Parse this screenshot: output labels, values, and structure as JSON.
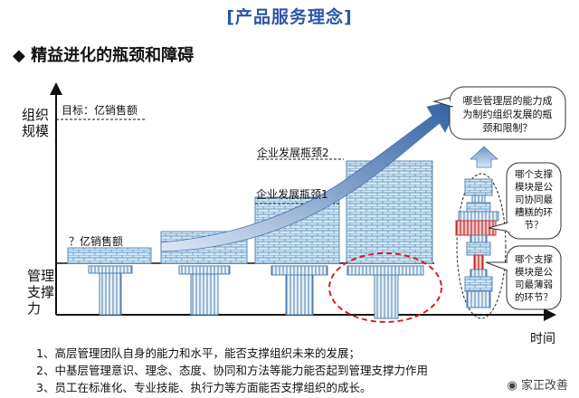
{
  "header": {
    "title": "[产品服务理念]",
    "subtitle": "◆ 精益进化的瓶颈和障碍"
  },
  "axes": {
    "y_label_top": [
      "组织",
      "规模"
    ],
    "y_label_bottom": [
      "管理",
      "支撑",
      "力"
    ],
    "x_label": "时间"
  },
  "labels": {
    "target": "目标：亿销售额",
    "start": "？亿销售额",
    "bottleneck1": "企业发展瓶颈1",
    "bottleneck2": "企业发展瓶颈2"
  },
  "callouts": {
    "top": [
      "哪些管理层的能力成",
      "为制约组织发展的瓶",
      "颈和限制？"
    ],
    "middle": [
      "哪个支撑",
      "模块是公",
      "司协同最",
      "糟糕的环",
      "节？"
    ],
    "bottom": [
      "哪个支撑",
      "模块是公",
      "司最薄弱",
      "的环节？"
    ]
  },
  "footnotes": [
    "1、高层管理团队自身的能力和水平，能否支撑组织未来的发展；",
    "2、中基层管理意识、理念、态度、协同和方法等能力能否起到管理支撑力作用",
    "3、员工在标准化、专业技能、执行力等方面能否支撑组织的成长。"
  ],
  "watermark": "家正改善",
  "colors": {
    "title_blue": "#2b56a6",
    "brick_fill": "#cfe6f4",
    "brick_line": "#5a89b8",
    "arrow_start": "#dbe8f5",
    "arrow_end": "#2f5fa3",
    "dashed_red": "#d62020",
    "red_segment": "#d64b4b"
  }
}
